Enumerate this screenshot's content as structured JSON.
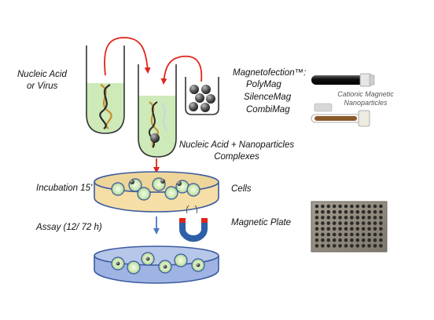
{
  "labels": {
    "nucleic_acid": "Nucleic Acid",
    "or_virus": "or Virus",
    "magnetofection": "Magnetofection™:",
    "polymag": "PolyMag",
    "silencemag": "SilenceMag",
    "combimag": "CombiMag",
    "cationic": "Cationic Magnetic",
    "nanoparticles": "Nanoparticles",
    "complex_line1": "Nucleic Acid + Nanoparticles",
    "complex_line2": "Complexes",
    "incubation": "Incubation 15'",
    "cells": "Cells",
    "assay": "Assay (12/ 72 h)",
    "magnetic_plate": "Magnetic Plate"
  },
  "colors": {
    "arrow_red": "#e0251b",
    "arrow_blue": "#4a78c2",
    "liquid_green": "#cdeab8",
    "dish_yellow": "#f6dfa6",
    "dish_blue": "#9fb4e3",
    "nanoparticle": "#555555",
    "plate": "#8f8a80"
  }
}
